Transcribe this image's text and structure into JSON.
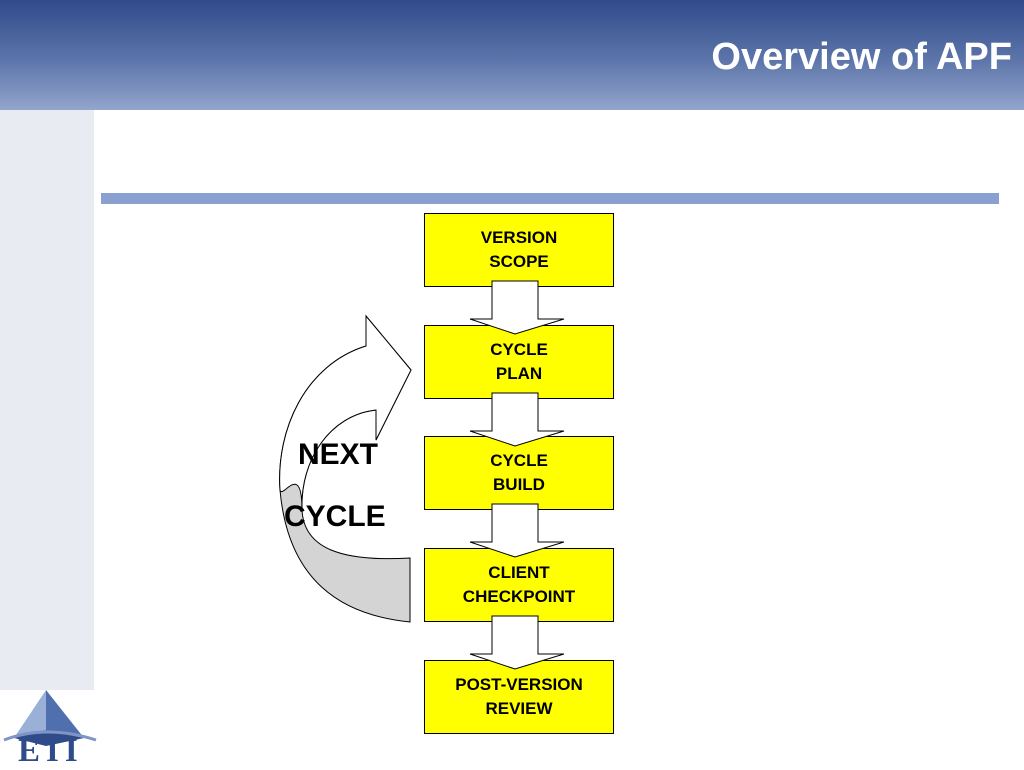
{
  "slide": {
    "title": "Overview of APF"
  },
  "logo": {
    "text": "EII"
  },
  "flow": {
    "steps": [
      {
        "label": "VERSION\nSCOPE"
      },
      {
        "label": "CYCLE\nPLAN"
      },
      {
        "label": "CYCLE\nBUILD"
      },
      {
        "label": "CLIENT\nCHECKPOINT"
      },
      {
        "label": "POST-VERSION\nREVIEW"
      }
    ],
    "loop": {
      "line1": "NEXT",
      "line2": "CYCLE"
    }
  },
  "colors": {
    "header": "#2f4b8a",
    "rule": "#8aa0d0",
    "box_fill": "#ffff00",
    "loop_fill": "#d4d4d4"
  }
}
